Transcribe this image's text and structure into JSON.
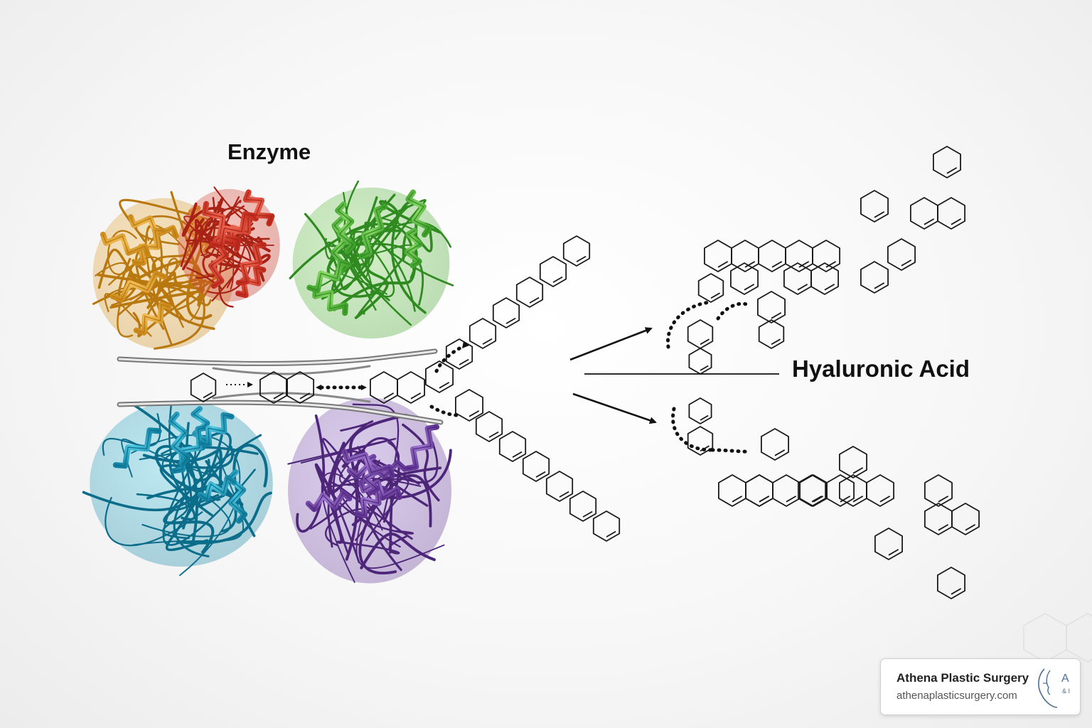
{
  "labels": {
    "enzyme": "Enzyme",
    "hyaluronic_acid": "Hyaluronic Acid"
  },
  "badge": {
    "name": "Athena Plastic Surgery",
    "url": "athenaplasticsurgery.com",
    "logo_letter": "A",
    "logo_sub": "& I"
  },
  "colors": {
    "enzyme_orange": "#e2a12c",
    "enzyme_red": "#dc3b2a",
    "enzyme_green": "#5cbd3f",
    "enzyme_cyan": "#1ea3c6",
    "enzyme_purple": "#7e4fb2",
    "ink": "#1a1a1a",
    "logo_blue": "#4a6f95"
  },
  "icons": {
    "logo": "face-profile-logo-icon"
  }
}
